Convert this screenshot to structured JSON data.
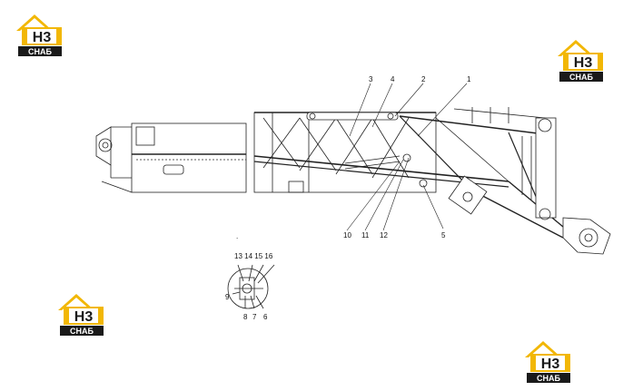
{
  "logo": {
    "mark": "H3",
    "caption": "СНАБ",
    "colors": {
      "roof": "#f2b705",
      "mark_bg": "#f2b705",
      "mark_text": "#1a1a1a",
      "caption_bg": "#1a1a1a",
      "caption_text": "#ffffff"
    }
  },
  "callouts": [
    "1",
    "2",
    "3",
    "4",
    "5",
    "6",
    "7",
    "8",
    "9",
    "10",
    "11",
    "12",
    "13",
    "14",
    "15",
    "16"
  ],
  "detail_header": "13 14 15 16"
}
